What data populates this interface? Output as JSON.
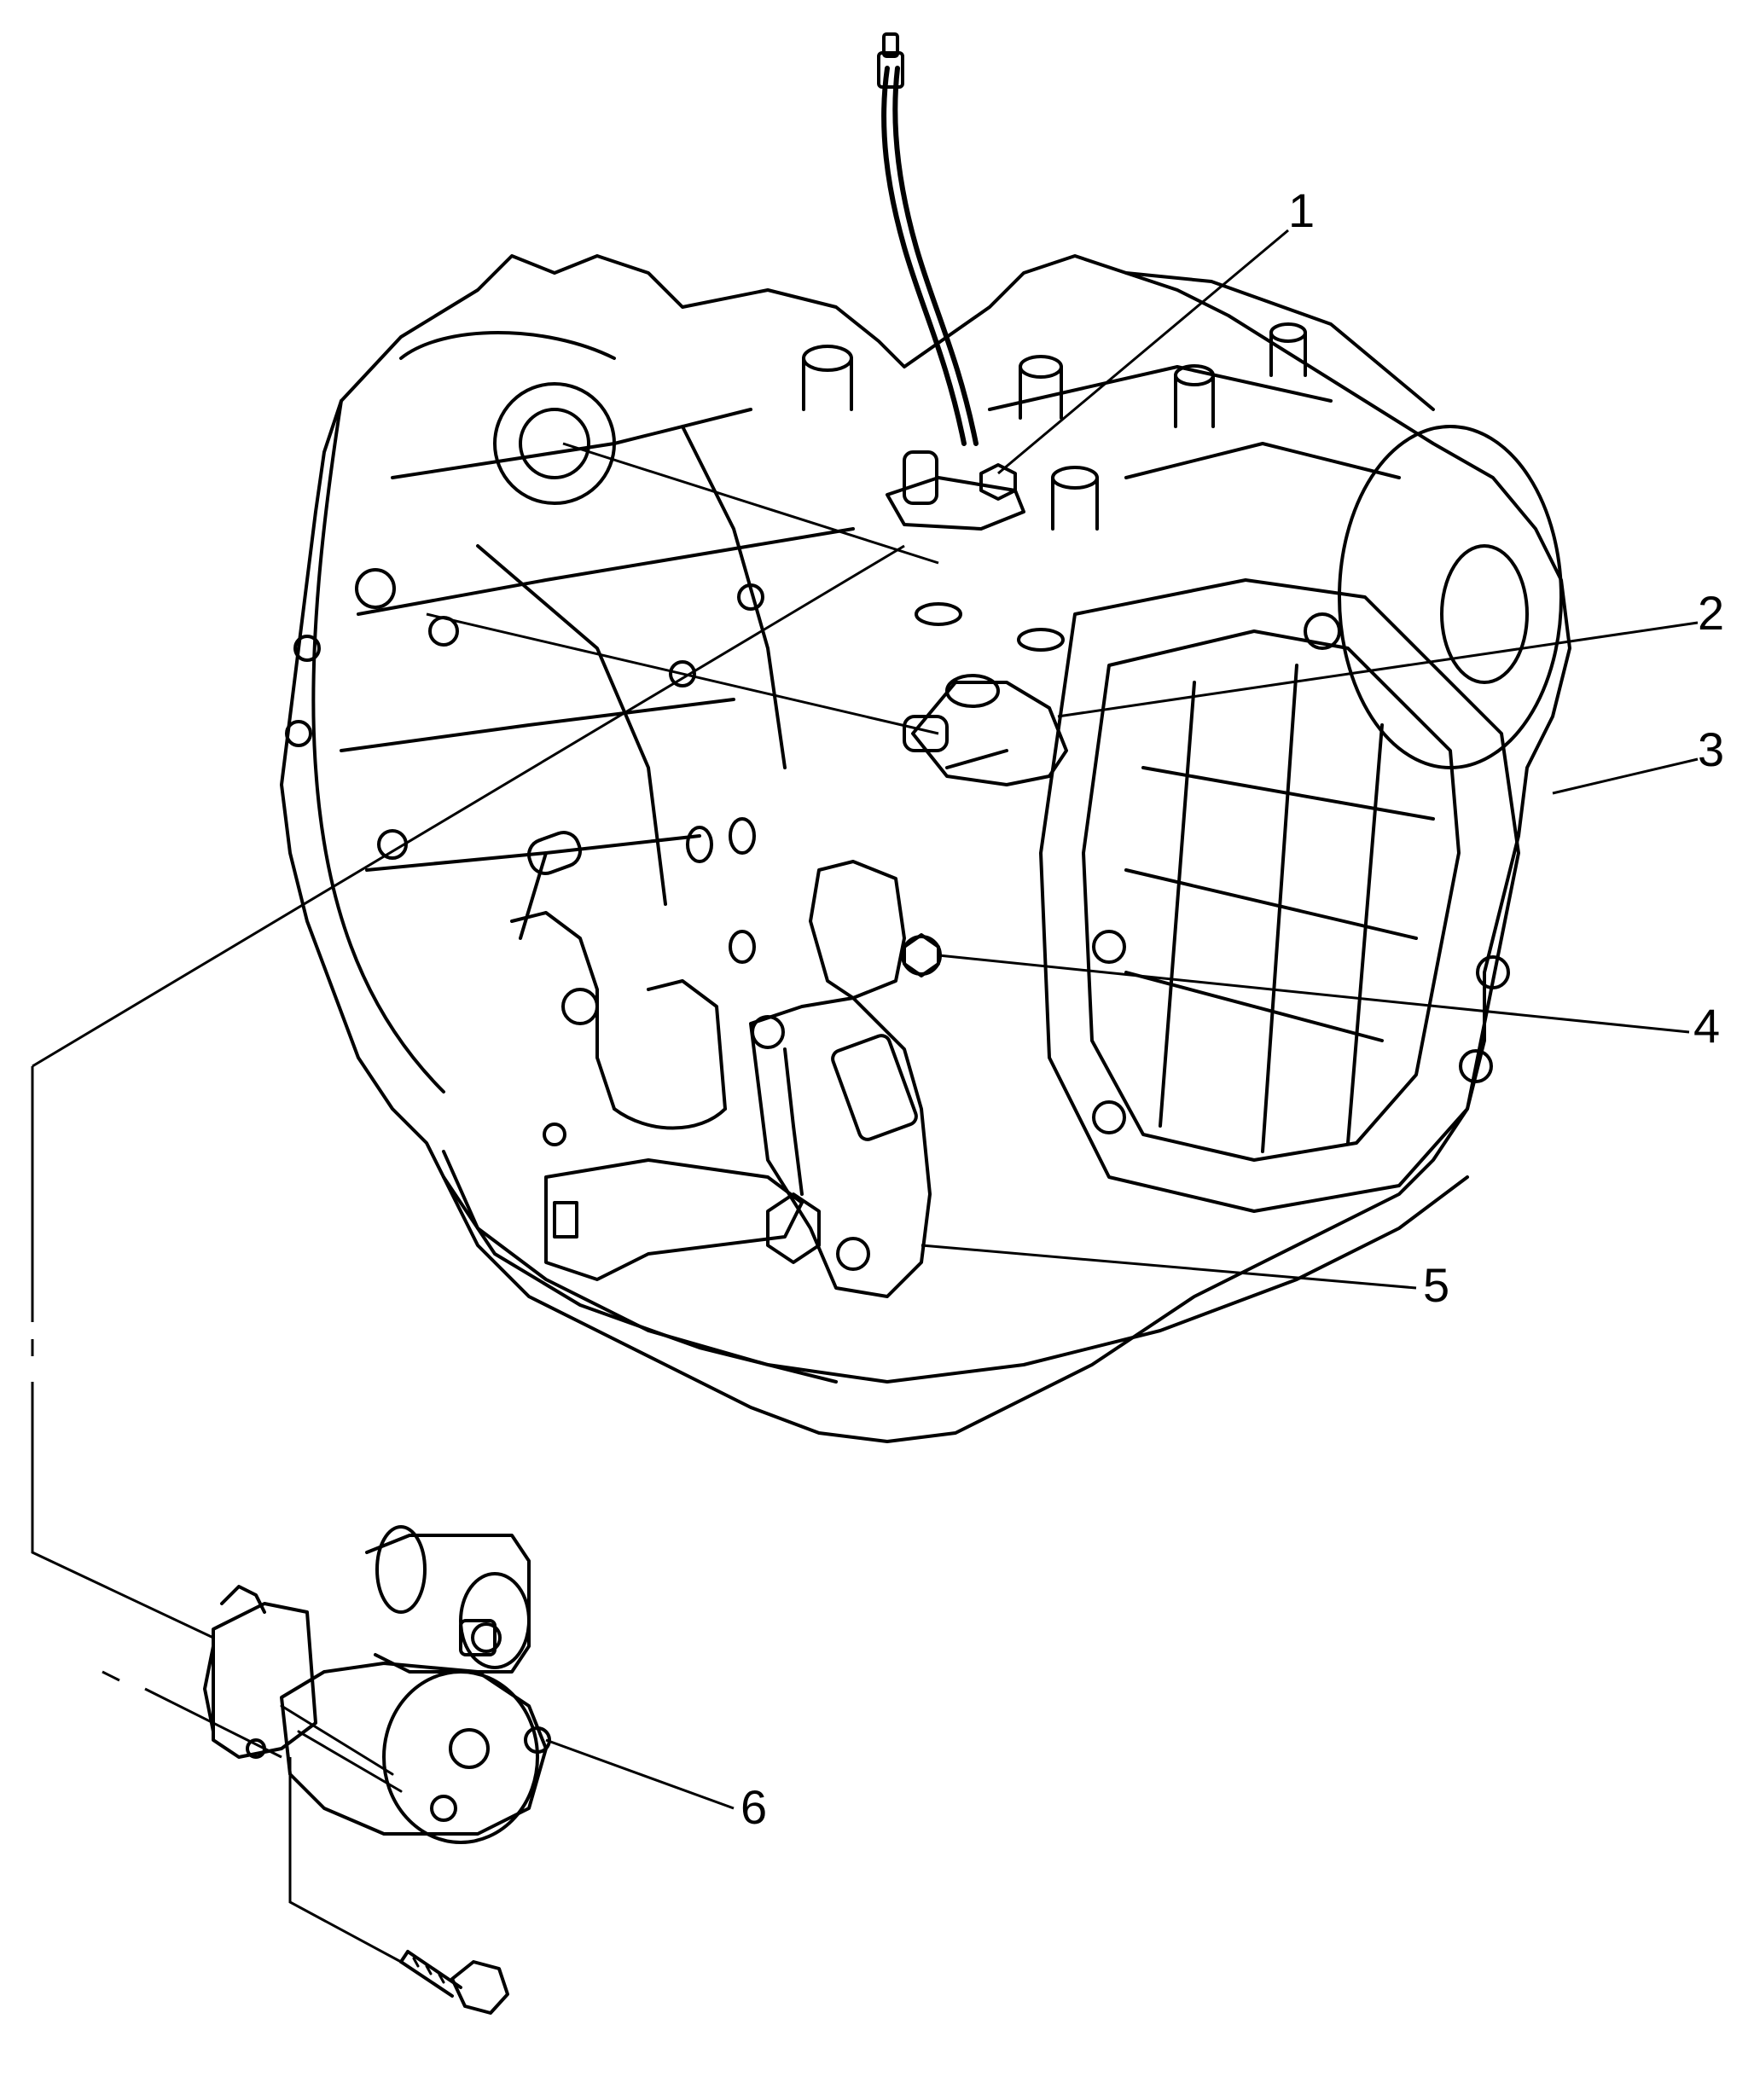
{
  "diagram": {
    "kind": "exploded-parts-illustration",
    "subject_icons": [
      "transaxle-assembly-icon",
      "starter-motor-icon",
      "starter-bolt-icon"
    ],
    "ink_color": "#000000",
    "background_color": "#ffffff"
  },
  "callouts": [
    {
      "id": "1",
      "label": "1"
    },
    {
      "id": "2",
      "label": "2"
    },
    {
      "id": "3",
      "label": "3"
    },
    {
      "id": "4",
      "label": "4"
    },
    {
      "id": "5",
      "label": "5"
    },
    {
      "id": "6",
      "label": "6"
    }
  ]
}
